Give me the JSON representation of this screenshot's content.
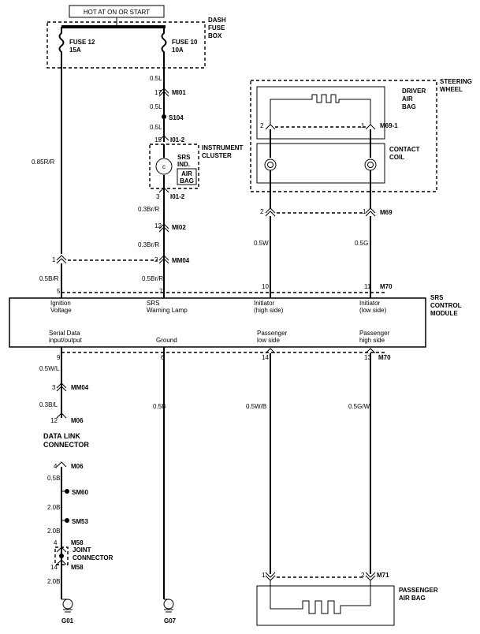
{
  "title": "HOT AT ON OR START",
  "dash_fuse_box": [
    "DASH",
    "FUSE",
    "BOX"
  ],
  "fuse12": [
    "FUSE 12",
    "15A"
  ],
  "fuse10": [
    "FUSE 10",
    "10A"
  ],
  "steering_wheel": [
    "STEERING",
    "WHEEL"
  ],
  "driver_air_bag": [
    "DRIVER",
    "AIR",
    "BAG"
  ],
  "contact_coil": [
    "CONTACT",
    "COIL"
  ],
  "instrument_cluster": [
    "INSTRUMENT",
    "CLUSTER"
  ],
  "srs_ind": [
    "SRS",
    "IND."
  ],
  "air_bag_box": [
    "AIR",
    "BAG"
  ],
  "srs_module": [
    "SRS",
    "CONTROL",
    "MODULE"
  ],
  "data_link": [
    "DATA LINK",
    "CONNECTOR"
  ],
  "joint_connector": [
    "JOINT",
    "CONNECTOR"
  ],
  "passenger_air_bag": [
    "PASSENGER",
    "AIR BAG"
  ],
  "module_pins_top": [
    {
      "label": [
        "Ignition",
        "Voltage"
      ]
    },
    {
      "label": [
        "SRS",
        "Warning Lamp"
      ]
    },
    {
      "label": [
        "Initiator",
        "(high side)"
      ]
    },
    {
      "label": [
        "Initiator",
        "(low side)"
      ]
    }
  ],
  "module_pins_bottom": [
    {
      "label": [
        "Serial Data",
        "input/output"
      ]
    },
    {
      "label": [
        "Ground"
      ]
    },
    {
      "label": [
        "Passenger",
        "low side"
      ]
    },
    {
      "label": [
        "Passenger",
        "high side"
      ]
    }
  ],
  "wires": {
    "w_085rr": "0.85R/R",
    "w_05l_1": "0.5L",
    "w_05l_2": "0.5L",
    "w_05l_3": "0.5L",
    "w_03brr_1": "0.3Br/R",
    "w_03brr_2": "0.3Br/R",
    "w_05brr": "0.5Br/R",
    "w_05br": "0.5B/R",
    "w_05w": "0.5W",
    "w_05g": "0.5G",
    "w_05wb": "0.5W/B",
    "w_05gw": "0.5G/W",
    "w_05b_gnd": "0.5B",
    "w_05wl": "0.5W/L",
    "w_03bl": "0.3B/L",
    "w_05b_dlc": "0.5B",
    "w_20b_1": "2.0B",
    "w_20b_2": "2.0B",
    "w_20b_3": "2.0B"
  },
  "connectors": {
    "mi01": "MI01",
    "s104": "S104",
    "i012a": "I01-2",
    "i012b": "I01-2",
    "mi02": "MI02",
    "mm04a": "MM04",
    "mm04b": "MM04",
    "m69_1": "M69-1",
    "m69": "M69",
    "m70a": "M70",
    "m70b": "M70",
    "m06a": "M06",
    "m06b": "M06",
    "sm60": "SM60",
    "sm53": "SM53",
    "m58a": "M58",
    "m58b": "M58",
    "m71": "M71",
    "g01": "G01",
    "g07": "G07"
  },
  "pins": {
    "p17": "17",
    "p15": "15",
    "p3": "3",
    "p12": "12",
    "p2a": "2",
    "p1a": "1",
    "p5": "5",
    "p7": "7",
    "p10": "10",
    "p11": "11",
    "p2b": "2",
    "p1b": "1",
    "p2c": "2",
    "p1c": "1",
    "p9": "9",
    "p6": "6",
    "p14": "14",
    "p13": "13",
    "p3b": "3",
    "p12b": "12",
    "p4a": "4",
    "p4b": "4",
    "p14b": "14",
    "p1d": "1",
    "p2d": "2"
  }
}
